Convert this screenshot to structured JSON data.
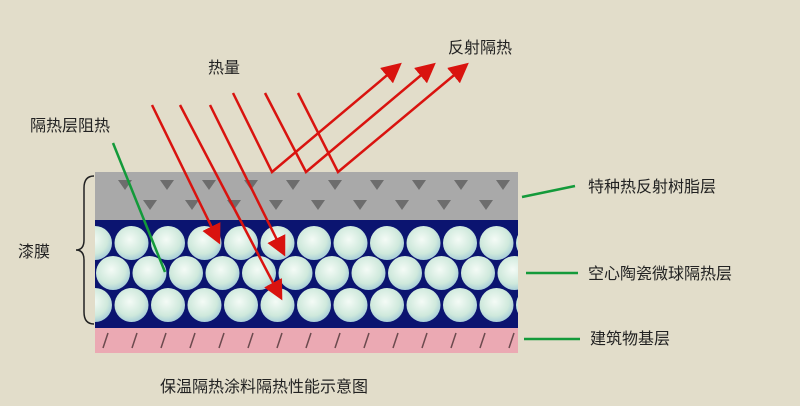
{
  "labels": {
    "heat": "热量",
    "reflect": "反射隔热",
    "barrier": "隔热层阻热",
    "film": "漆膜",
    "layer_resin": "特种热反射树脂层",
    "layer_ceramic": "空心陶瓷微球隔热层",
    "layer_base": "建筑物基层",
    "caption": "保温隔热涂料隔热性能示意图"
  },
  "colors": {
    "background": "#e2ddca",
    "resin": "#a9a9a9",
    "binder": "#0b1470",
    "sphere": "#d8efe4",
    "base": "#eba9b3",
    "arrow": "#d9130f",
    "leader": "#139a3a"
  }
}
